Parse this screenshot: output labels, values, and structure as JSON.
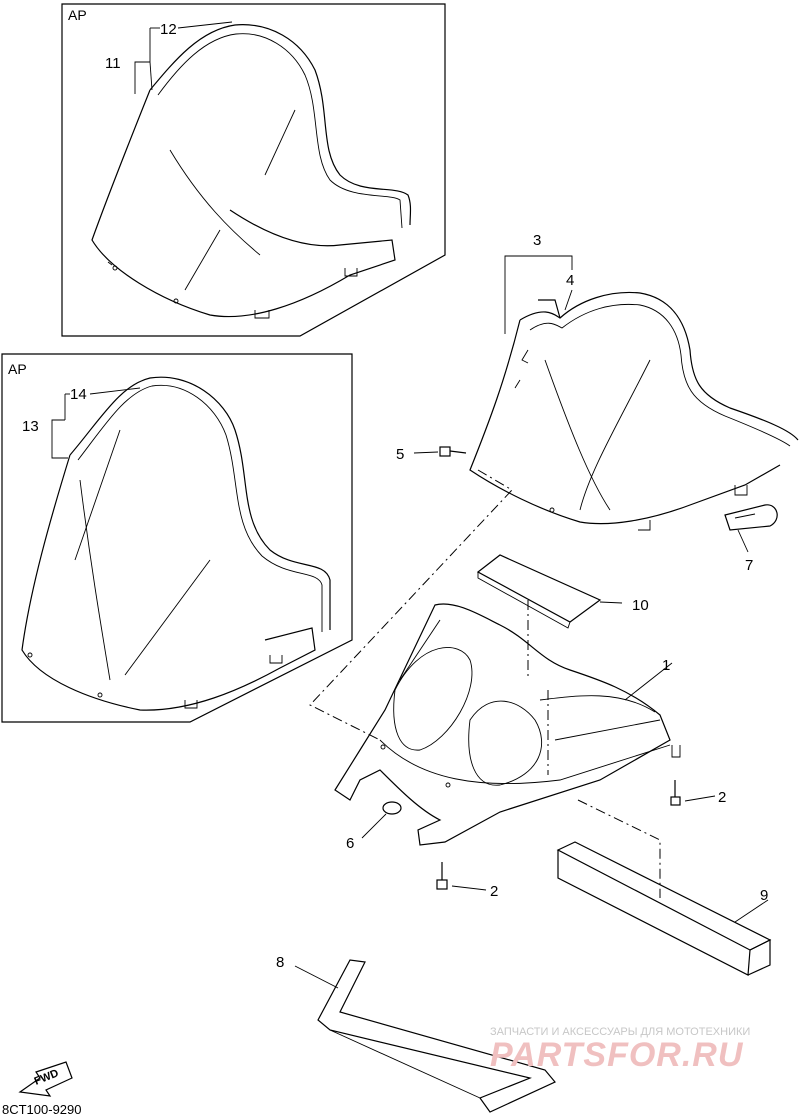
{
  "diagram": {
    "ap_top": "AP",
    "ap_left": "AP",
    "callouts": {
      "c1": "1",
      "c2a": "2",
      "c2b": "2",
      "c3": "3",
      "c4": "4",
      "c5": "5",
      "c6": "6",
      "c7": "7",
      "c8": "8",
      "c9": "9",
      "c10": "10",
      "c11": "11",
      "c12": "12",
      "c13": "13",
      "c14": "14"
    },
    "fwd_label": "FWD",
    "drawing_code": "8CT100-9290"
  },
  "watermark": {
    "subtitle": "ЗАПЧАСТИ И АКСЕССУАРЫ ДЛЯ МОТОТЕХНИКИ",
    "brand": "PARTSFOR.RU",
    "color": "#f0c0c0"
  }
}
